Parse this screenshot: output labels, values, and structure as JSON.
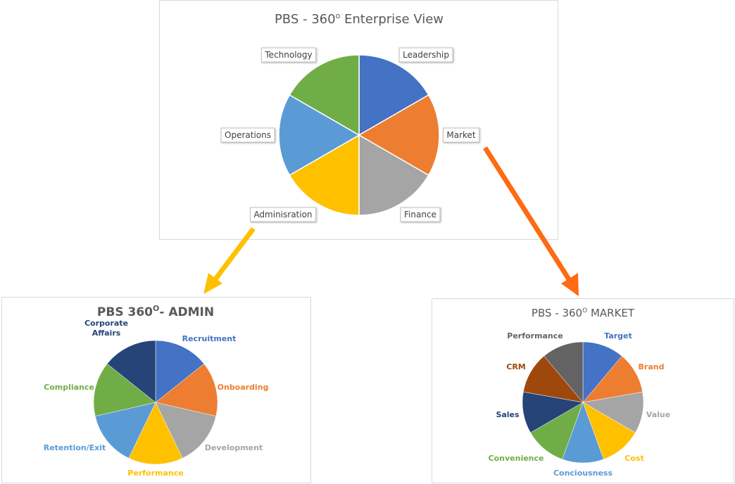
{
  "chart_data": [
    {
      "type": "pie",
      "title": {
        "main": "PBS  -  360",
        "sup": "o",
        "rest": " Enterprise View"
      },
      "categories": [
        "Leadership",
        "Market",
        "Finance",
        "Adminisration",
        "Operations",
        "Technology"
      ],
      "values": [
        1,
        1,
        1,
        1,
        1,
        1
      ],
      "colors": [
        "#4472c4",
        "#ed7d31",
        "#a5a5a5",
        "#ffc000",
        "#5b9bd5",
        "#70ad47"
      ],
      "label_style": "callout"
    },
    {
      "type": "pie",
      "title": {
        "main": "PBS  360",
        "sup": "O",
        "rest": "- ADMIN"
      },
      "categories": [
        "Recruitment",
        "Onboarding",
        "Development",
        "Performance",
        "Retention/Exit",
        "Compliance",
        "Corporate Affairs"
      ],
      "values": [
        1,
        1,
        1,
        1,
        1,
        1,
        1
      ],
      "colors": [
        "#4472c4",
        "#ed7d31",
        "#a5a5a5",
        "#ffc000",
        "#5b9bd5",
        "#70ad47",
        "#264478"
      ]
    },
    {
      "type": "pie",
      "title": {
        "main": "PBS  -  360",
        "sup": "O",
        "rest": "  MARKET"
      },
      "categories": [
        "Target",
        "Brand",
        "Value",
        "Cost",
        "Conciousness",
        "Convenience",
        "Sales",
        "CRM",
        "Performance"
      ],
      "values": [
        1,
        1,
        1,
        1,
        1,
        1,
        1,
        1,
        1
      ],
      "colors": [
        "#4472c4",
        "#ed7d31",
        "#a5a5a5",
        "#ffc000",
        "#5b9bd5",
        "#70ad47",
        "#264478",
        "#9e480e",
        "#636363"
      ]
    }
  ],
  "arrows": [
    {
      "from": "Adminisration",
      "to": "PBS 360 ADMIN",
      "color": "#ffc000"
    },
    {
      "from": "Market",
      "to": "PBS 360 MARKET",
      "color": "#ff6a13"
    }
  ]
}
